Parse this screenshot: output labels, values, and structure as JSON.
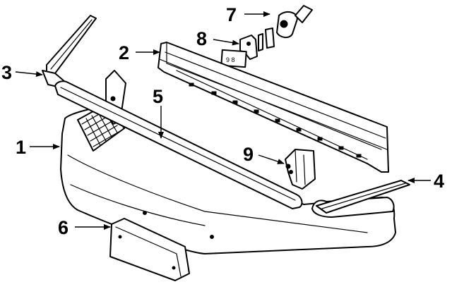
{
  "callouts": [
    {
      "id": "1",
      "label": "1"
    },
    {
      "id": "2",
      "label": "2"
    },
    {
      "id": "3",
      "label": "3"
    },
    {
      "id": "4",
      "label": "4"
    },
    {
      "id": "5",
      "label": "5"
    },
    {
      "id": "6",
      "label": "6"
    },
    {
      "id": "7",
      "label": "7"
    },
    {
      "id": "8",
      "label": "8"
    },
    {
      "id": "9",
      "label": "9"
    }
  ],
  "plate_text": "9 8"
}
